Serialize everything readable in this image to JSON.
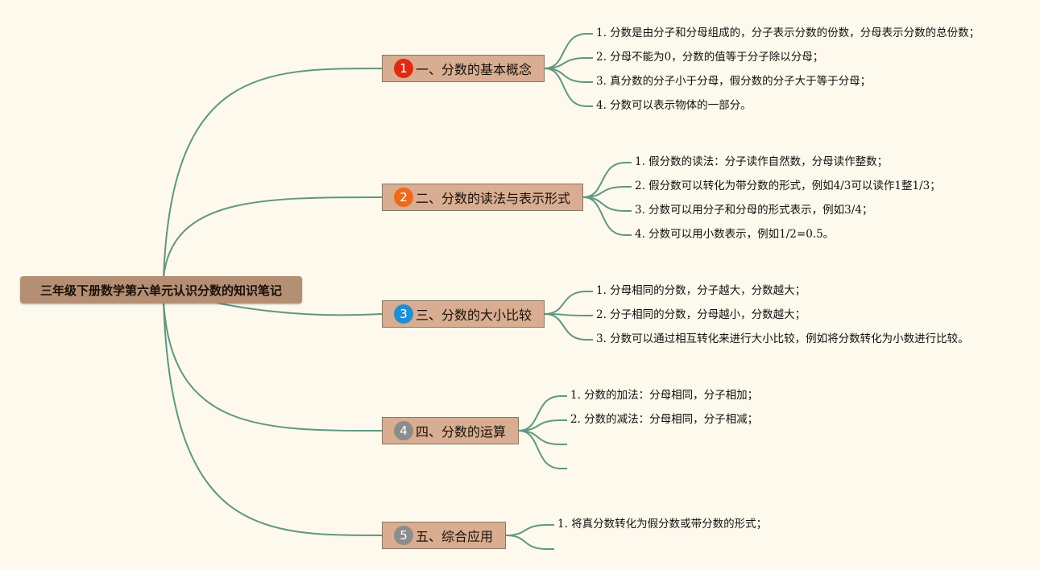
{
  "root": {
    "title": "三年级下册数学第六单元认识分数的知识笔记"
  },
  "topics": [
    {
      "num": "1",
      "label": "一、分数的基本概念",
      "badge_color": "#e02a0f",
      "items": [
        "1. 分数是由分子和分母组成的，分子表示分数的份数，分母表示分数的总份数；",
        "2. 分母不能为0，分数的值等于分子除以分母；",
        "3. 真分数的分子小于分母，假分数的分子大于等于分母；",
        "4. 分数可以表示物体的一部分。"
      ]
    },
    {
      "num": "2",
      "label": "二、分数的读法与表示形式",
      "badge_color": "#ec6a1c",
      "items": [
        "1. 假分数的读法：分子读作自然数，分母读作整数；",
        "2. 假分数可以转化为带分数的形式，例如4/3可以读作1整1/3；",
        "3. 分数可以用分子和分母的形式表示，例如3/4；",
        "4. 分数可以用小数表示，例如1/2=0.5。"
      ]
    },
    {
      "num": "3",
      "label": "三、分数的大小比较",
      "badge_color": "#1f8fd4",
      "items": [
        "1. 分母相同的分数，分子越大，分数越大；",
        "2. 分子相同的分数，分母越小，分数越大；",
        "3. 分数可以通过相互转化来进行大小比较，例如将分数转化为小数进行比较。"
      ]
    },
    {
      "num": "4",
      "label": "四、分数的运算",
      "badge_color": "#8c8c8c",
      "items": [
        "1. 分数的加法：分母相同，分子相加；",
        "2. 分数的减法：分母相同，分子相减；",
        "",
        ""
      ]
    },
    {
      "num": "5",
      "label": "五、综合应用",
      "badge_color": "#8c8c8c",
      "items": [
        "1. 将真分数转化为假分数或带分数的形式；",
        ""
      ]
    }
  ],
  "colors": {
    "line": "#5f9684",
    "background": "#fdf9ec",
    "root_bg": "#b58f74",
    "topic_bg": "#d8ad92"
  }
}
